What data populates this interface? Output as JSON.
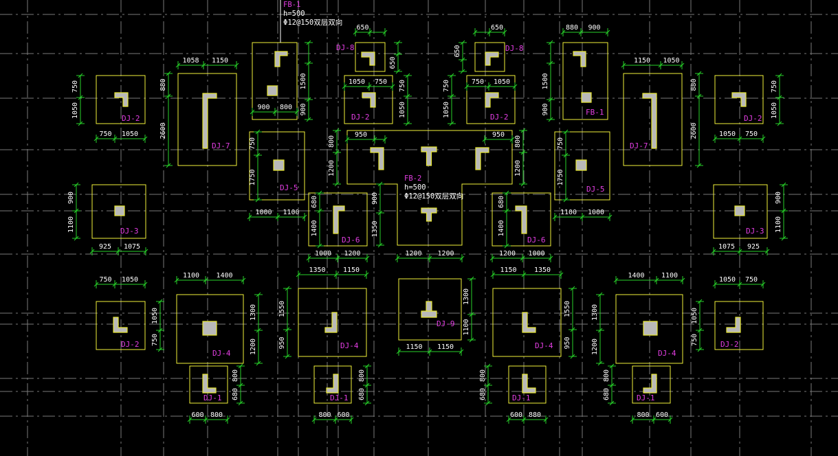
{
  "canvas": {
    "background": "#000000"
  },
  "colors": {
    "grid": "#7a7a7a",
    "foundation": "#f2f23a",
    "dim": "#27d22a",
    "dim_text": "#ffffff",
    "tag": "#e23ee2",
    "column_fill": "#b9b9b9",
    "column_edge": "#e6e633"
  },
  "notes": {
    "fb1": [
      "FB-1",
      "h=500",
      "Φ12@150双层双向"
    ],
    "fb2": [
      "FB-2",
      "h=500",
      "Φ12@150双层双向"
    ]
  },
  "tags": [
    "DJ-1",
    "DJ-2",
    "DJ-3",
    "DJ-4",
    "DJ-5",
    "DJ-6",
    "DJ-7",
    "DJ-8",
    "DJ-9",
    "FB-1",
    "FB-2"
  ],
  "dimensions": [
    "600",
    "650",
    "680",
    "750",
    "800",
    "880",
    "900",
    "925",
    "950",
    "1000",
    "1050",
    "1058",
    "1075",
    "1100",
    "1150",
    "1200",
    "1300",
    "1350",
    "1400",
    "1500",
    "1550",
    "1750",
    "2600"
  ]
}
